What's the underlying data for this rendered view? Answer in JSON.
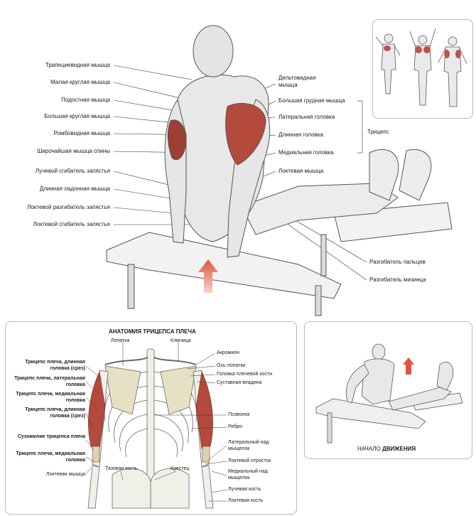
{
  "main_labels_left": [
    "Трапециевидная мышца",
    "Малая круглая мышца",
    "Подостная мышца",
    "Большая круглая мышца",
    "Ромбовидная мышца",
    "Широчайшая мышца спины",
    "Лучевой сгибатель запястья",
    "Длинная ладонная мышца",
    "Локтевой разгибатель запястья",
    "Локтевой сгибатель запястья"
  ],
  "main_labels_right": {
    "deltoid_1": "Дельтовидная",
    "deltoid_2": "мышца",
    "pectoral": "Большая грудная мышца",
    "lateral_head": "Латеральная головка",
    "long_head": "Длинная головка",
    "medial_head": "Медиальная головка",
    "triceps": "Трицепс",
    "anconeus": "Локтевая мышца",
    "ext_digitorum": "Разгибатель пальцев",
    "ext_minimi": "Разгибатель мизинца"
  },
  "anatomy_panel": {
    "title": "АНАТОМИЯ ТРИЦЕПСА ПЛЕЧА",
    "left": [
      "Трицепс плеча, длинная головка (срез)",
      "Трицепс плеча, латеральная головка",
      "Трицепс плеча, медиальная головка",
      "Трицепс плеча, длинная головка (срез)",
      "Сухожилие трицепса плеча",
      "Трицепс плеча, медиальная головка",
      "Локтевая мышца"
    ],
    "top": {
      "scapula": "Лопатка",
      "clavicle": "Ключица"
    },
    "bottom": {
      "pelvis": "Тазовая кость",
      "sacrum": "Крестец"
    },
    "right": [
      "Акромион",
      "Ось лопатки",
      "Головка плечевой кости",
      "Суставная впадина",
      "Позвонок",
      "Ребро",
      "Латеральный над мыщелок",
      "Локтевой отросток",
      "Медиальный над мыщелок",
      "Лучевая кость",
      "Локтевая кость"
    ]
  },
  "start_panel": {
    "caption_normal": "НАЧАЛО ",
    "caption_bold": "ДВИЖЕНИЯ"
  },
  "colors": {
    "muscle": "#c0504d",
    "arrow": "#e66b57",
    "panel_border": "#b9b9b9"
  }
}
